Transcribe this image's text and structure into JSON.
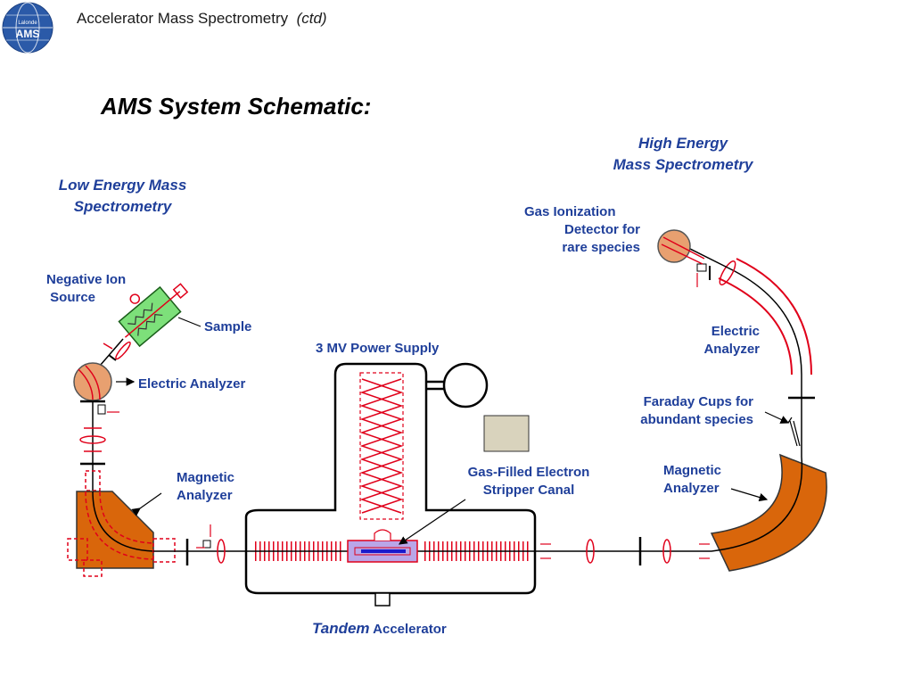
{
  "header": {
    "title": "Accelerator Mass Spectrometry",
    "title_suffix": "(ctd)",
    "logo_text_top": "Lalonde",
    "logo_text_main": "AMS"
  },
  "slide": {
    "title": "AMS System Schematic:"
  },
  "sections": {
    "low_energy": [
      "Low Energy Mass",
      "Spectrometry"
    ],
    "high_energy": [
      "High Energy",
      "Mass Spectrometry"
    ]
  },
  "labels": {
    "ion_source": [
      "Negative Ion",
      " Source"
    ],
    "sample": "Sample",
    "electric_analyzer_low": "Electric Analyzer",
    "magnetic_analyzer_low": [
      "Magnetic",
      "Analyzer"
    ],
    "power_supply": "3 MV Power Supply",
    "stripper": [
      "Gas-Filled Electron",
      "Stripper Canal"
    ],
    "tandem_italic": "Tandem",
    "tandem_rest": " Accelerator",
    "gas_detector": [
      "Gas Ionization",
      "Detector for",
      "rare species"
    ],
    "electric_analyzer_high": [
      "Electric",
      "Analyzer"
    ],
    "faraday_cups": [
      "Faraday Cups for",
      "abundant species"
    ],
    "magnetic_analyzer_high": [
      "Magnetic",
      "Analyzer"
    ]
  },
  "colors": {
    "label_blue": "#1f3f9a",
    "beam_red": "#e0001a",
    "magnet_orange": "#d9660b",
    "analyzer_fill": "#e8a070",
    "source_green": "#7de07a",
    "stripper_purple": "#b9a6e8",
    "logo_blue": "#2b5aa8"
  }
}
